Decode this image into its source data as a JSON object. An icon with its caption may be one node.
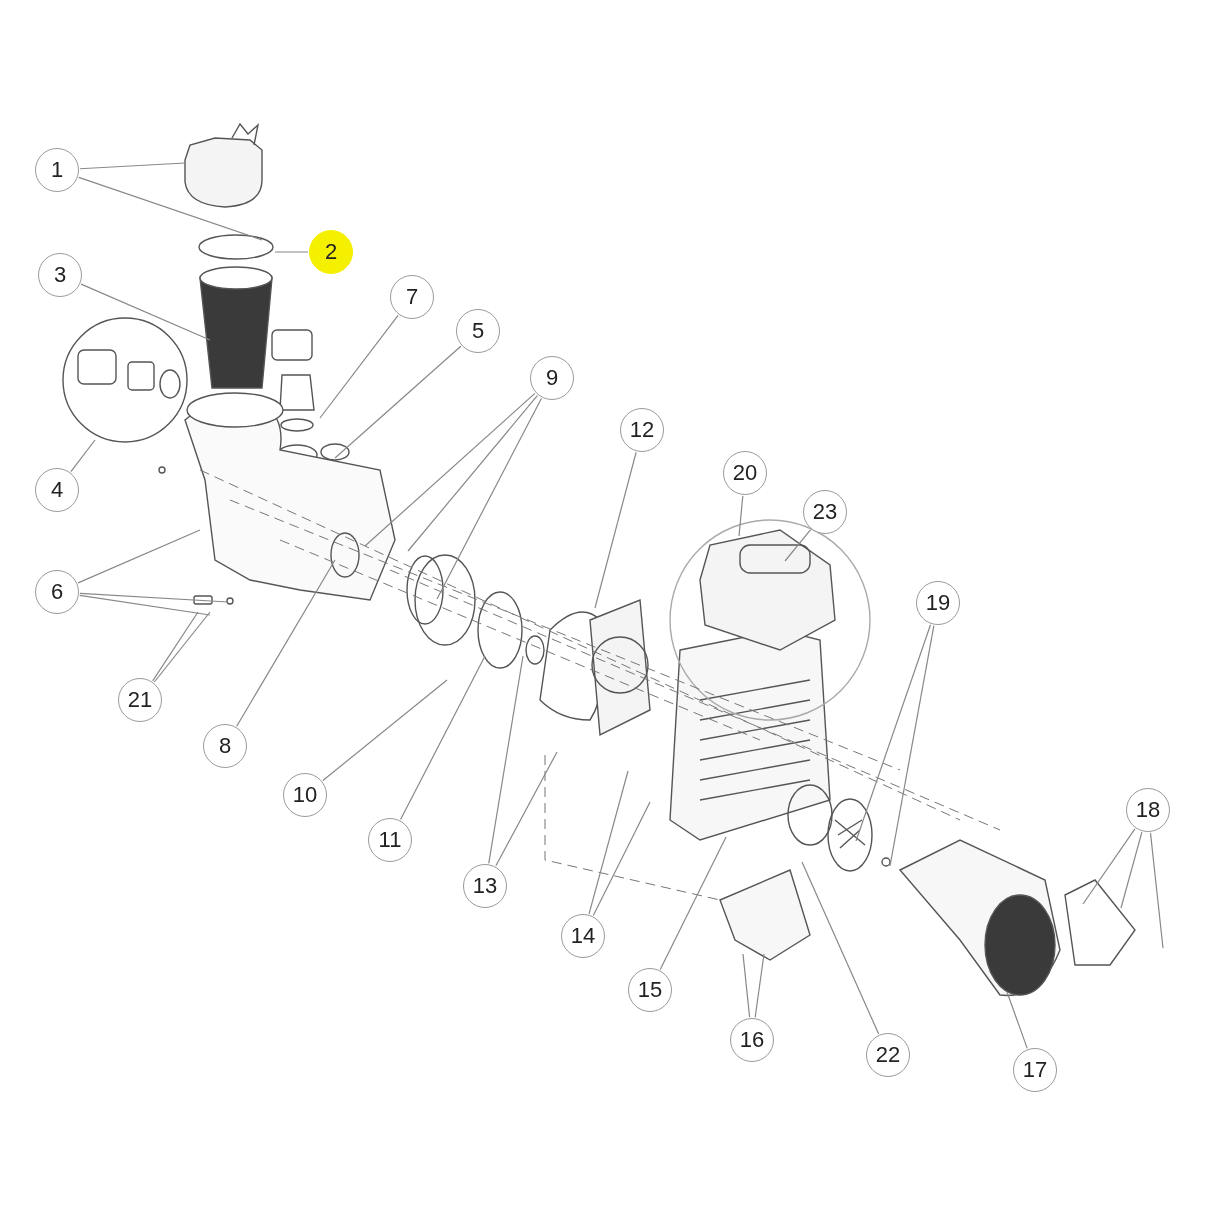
{
  "diagram": {
    "nodes": [
      {
        "text": [
          "1"
        ]
      },
      {
        "text": [
          "2"
        ]
      },
      {
        "text": [
          "3"
        ]
      },
      {
        "text": [
          "4"
        ]
      },
      {
        "text": [
          "5"
        ]
      },
      {
        "text": [
          "6"
        ]
      },
      {
        "text": [
          "7"
        ]
      },
      {
        "text": [
          "8"
        ]
      },
      {
        "text": [
          "9"
        ]
      },
      {
        "text": [
          "10"
        ]
      },
      {
        "text": [
          "11"
        ]
      },
      {
        "text": [
          "12"
        ]
      },
      {
        "text": [
          "13"
        ]
      },
      {
        "text": [
          "14"
        ]
      },
      {
        "text": [
          "15"
        ]
      },
      {
        "text": [
          "16"
        ]
      },
      {
        "text": [
          "17"
        ]
      },
      {
        "text": [
          "18"
        ]
      },
      {
        "text": [
          "19"
        ]
      },
      {
        "text": [
          "20"
        ]
      },
      {
        "text": [
          "21"
        ]
      },
      {
        "text": [
          "22"
        ]
      },
      {
        "text": [
          "23"
        ]
      }
    ],
    "edges": [
      {
        "from": 0,
        "to": null,
        "arrow": "none"
      },
      {
        "from": 0,
        "to": null,
        "arrow": "none"
      },
      {
        "from": 1,
        "to": null,
        "arrow": "none"
      },
      {
        "from": 2,
        "to": null,
        "arrow": "none"
      },
      {
        "from": 3,
        "to": null,
        "arrow": "none"
      },
      {
        "from": 4,
        "to": null,
        "arrow": "none"
      },
      {
        "from": 5,
        "to": null,
        "arrow": "none"
      },
      {
        "from": 5,
        "to": null,
        "arrow": "none"
      },
      {
        "from": 5,
        "to": null,
        "arrow": "none"
      },
      {
        "from": 6,
        "to": null,
        "arrow": "none"
      },
      {
        "from": 7,
        "to": null,
        "arrow": "none"
      },
      {
        "from": 8,
        "to": null,
        "arrow": "none"
      },
      {
        "from": 8,
        "to": null,
        "arrow": "none"
      },
      {
        "from": 8,
        "to": null,
        "arrow": "none"
      },
      {
        "from": 9,
        "to": null,
        "arrow": "none"
      },
      {
        "from": 10,
        "to": null,
        "arrow": "none"
      },
      {
        "from": 11,
        "to": null,
        "arrow": "none"
      },
      {
        "from": 12,
        "to": null,
        "arrow": "none"
      },
      {
        "from": 12,
        "to": null,
        "arrow": "none"
      },
      {
        "from": 13,
        "to": null,
        "arrow": "none"
      },
      {
        "from": 13,
        "to": null,
        "arrow": "none"
      },
      {
        "from": 14,
        "to": null,
        "arrow": "none"
      },
      {
        "from": 15,
        "to": null,
        "arrow": "none"
      },
      {
        "from": 15,
        "to": null,
        "arrow": "none"
      },
      {
        "from": 16,
        "to": null,
        "arrow": "none"
      },
      {
        "from": 17,
        "to": null,
        "arrow": "none"
      },
      {
        "from": 17,
        "to": null,
        "arrow": "none"
      },
      {
        "from": 17,
        "to": null,
        "arrow": "none"
      },
      {
        "from": 18,
        "to": null,
        "arrow": "none"
      },
      {
        "from": 18,
        "to": null,
        "arrow": "none"
      },
      {
        "from": 19,
        "to": null,
        "arrow": "none"
      },
      {
        "from": 20,
        "to": null,
        "arrow": "none"
      },
      {
        "from": 20,
        "to": null,
        "arrow": "none"
      },
      {
        "from": 21,
        "to": null,
        "arrow": "none"
      },
      {
        "from": 22,
        "to": null,
        "arrow": "none"
      }
    ]
  }
}
